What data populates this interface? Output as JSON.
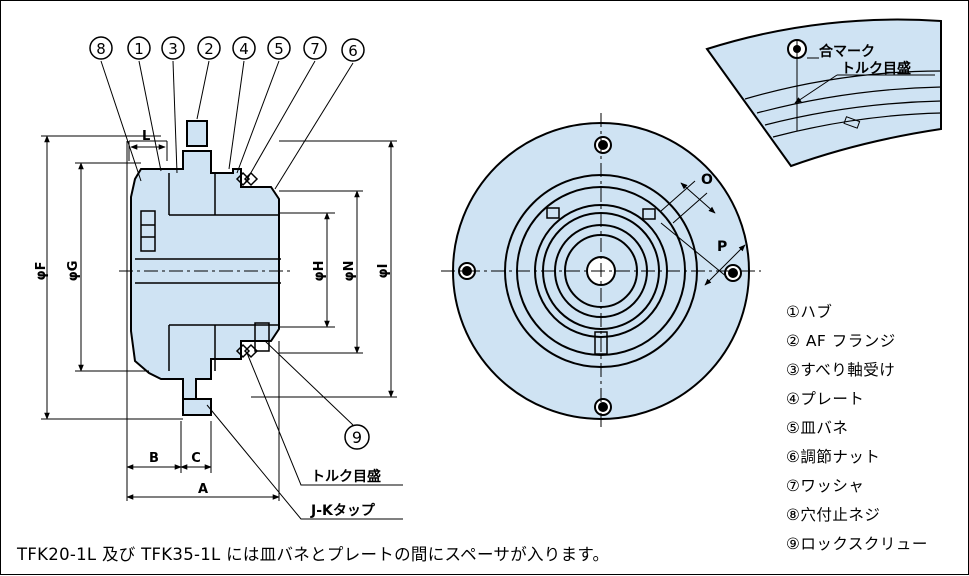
{
  "callouts": {
    "c8": "8",
    "c1": "1",
    "c3": "3",
    "c2": "2",
    "c4": "4",
    "c5": "5",
    "c7": "7",
    "c6": "6",
    "c9": "9"
  },
  "dimensions": {
    "L": "L",
    "F": "φF",
    "G": "φG",
    "H": "φH",
    "N": "φN",
    "I": "φI",
    "B": "B",
    "C": "C",
    "A": "A",
    "O": "O",
    "P": "P"
  },
  "labels": {
    "torque_scale_left": "トルク目盛",
    "jk_tap": "J-Kタップ",
    "match_mark": "合マーク",
    "torque_scale_detail": "トルク目盛"
  },
  "legend": [
    "①ハブ",
    "② AF フランジ",
    "③すべり軸受け",
    "④プレート",
    "⑤皿バネ",
    "⑥調節ナット",
    "⑦ワッシャ",
    "⑧穴付止ネジ",
    "⑨ロックスクリュー"
  ],
  "footnote": "TFK20-1L 及び TFK35-1L には皿バネとプレートの間にスペーサが入ります。",
  "colors": {
    "part_fill": "#cfe3f3",
    "line": "#000000",
    "background": "#ffffff"
  }
}
